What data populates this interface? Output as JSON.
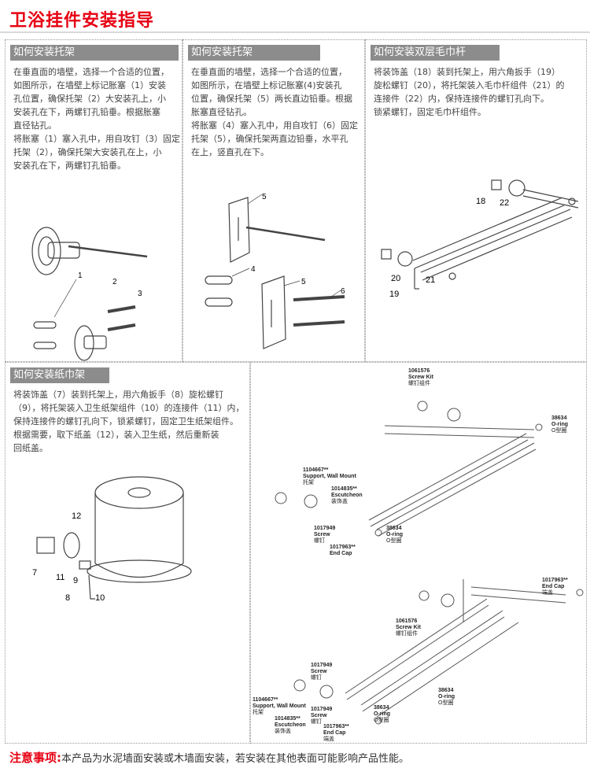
{
  "page_title": "卫浴挂件安装指导",
  "panel1": {
    "heading": "如何安装托架",
    "lines": [
      "在垂直面的墙壁，选择一个合适的位置，",
      "如图所示，在墙壁上标记胀塞（1）安装",
      "孔位置，确保托架（2）大安装孔上，小",
      "安装孔在下，两螺钉孔铅垂。根据胀塞",
      "直径钻孔。",
      "将胀塞（1）塞入孔中，用自攻钉（3）固定",
      "托架（2），确保托架大安装孔在上，小",
      "安装孔在下，两螺钉孔铅垂。"
    ],
    "labels": [
      "1",
      "2",
      "3"
    ]
  },
  "panel2": {
    "heading": "如何安装托架",
    "lines": [
      "在垂直面的墙壁，选择一个合适的位置，",
      "如图所示，在墙壁上标记胀塞(4)安装孔",
      "位置，确保托架（5）两长直边铅垂。根据",
      "胀塞直径钻孔。",
      "将胀塞（4）塞入孔中，用自攻钉（6）固定",
      "托架（5），确保托架两直边铅垂，水平孔",
      "在上，竖直孔在下。"
    ],
    "labels": [
      "5",
      "4",
      "5",
      "6"
    ]
  },
  "panel3": {
    "heading": "如何安装双层毛巾杆",
    "lines": [
      "将装饰盖（18）装到托架上，用六角扳手（19）",
      "旋松螺钉（20），将托架装入毛巾杆组件（21）的",
      "连接件（22）内，保持连接件的螺钉孔向下。",
      "锁紧螺钉，固定毛巾杆组件。"
    ],
    "labels": [
      "18",
      "22",
      "20",
      "21",
      "19"
    ]
  },
  "panel4": {
    "heading": "如何安装纸巾架",
    "lines": [
      "将装饰盖（7）装到托架上，用六角扳手（8）旋松螺钉",
      "（9），将托架装入卫生纸架组件（10）的连接件（11）内，",
      "保持连接件的螺钉孔向下，锁紧螺钉，固定卫生纸架组件。",
      "根据需要，取下纸盖（12），装入卫生纸，然后重新装",
      "回纸盖。"
    ],
    "labels": [
      "12",
      "7",
      "11",
      "9",
      "8",
      "10"
    ]
  },
  "panel5": {
    "top": {
      "kit_code": "1061576",
      "kit_en": "Screw Kit",
      "kit_cn": "螺钉组件",
      "oring_code": "38634",
      "oring_en": "O-ring",
      "oring_cn": "O型圈",
      "support_code": "1104667**",
      "support_en": "Support, Wall Mount",
      "support_cn": "托架",
      "esc_code": "1014835**",
      "esc_en": "Escutcheon",
      "esc_cn": "装饰盖",
      "oring2_code": "38634",
      "oring2_en": "O-ring",
      "oring2_cn": "O型圈",
      "screw_code": "1017949",
      "screw_en": "Screw",
      "screw_cn": "螺钉",
      "endcap_code": "1017963**",
      "endcap_en": "End Cap"
    },
    "bottom": {
      "endcap_code": "1017963**",
      "endcap_en": "End Cap",
      "endcap_cn": "端盖",
      "kit_code": "1061576",
      "kit_en": "Screw Kit",
      "kit_cn": "螺钉组件",
      "screw_code": "1017949",
      "screw_en": "Screw",
      "screw_cn": "螺钉",
      "support_code": "1104667**",
      "support_en": "Support, Wall Mount",
      "support_cn": "托架",
      "esc_code": "1014835**",
      "esc_en": "Escutcheon",
      "esc_cn": "装饰盖",
      "screw2_code": "1017949",
      "screw2_en": "Screw",
      "screw2_cn": "螺钉",
      "endcap2_code": "1017963**",
      "endcap2_en": "End Cap",
      "endcap2_cn": "端盖",
      "oring_code": "38634",
      "oring_en": "O-ring",
      "oring_cn": "O型圈",
      "oring2_code": "38634",
      "oring2_en": "O-ring",
      "oring2_cn": "O型圈"
    }
  },
  "footer": {
    "label": "注意事项:",
    "text": "本产品为水泥墙面安装或木墙面安装，若安装在其他表面可能影响产品性能。"
  }
}
